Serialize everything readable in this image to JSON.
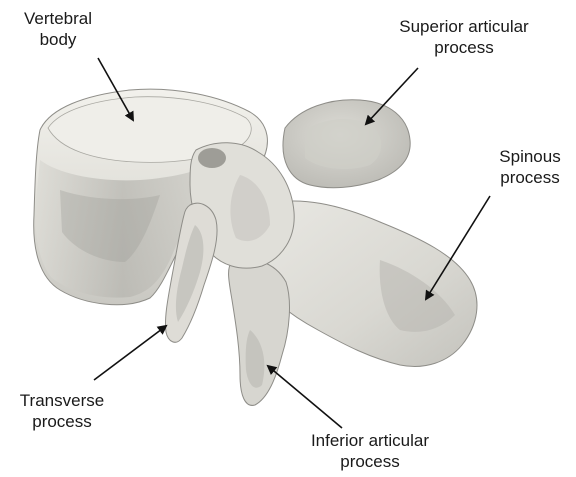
{
  "labels": {
    "vertebral_body": {
      "line1": "Vertebral",
      "line2": "body"
    },
    "superior_articular": {
      "line1": "Superior articular",
      "line2": "process"
    },
    "spinous": {
      "line1": "Spinous",
      "line2": "process"
    },
    "transverse": {
      "line1": "Transverse",
      "line2": "process"
    },
    "inferior_articular": {
      "line1": "Inferior articular",
      "line2": "process"
    }
  },
  "colors": {
    "bone_light": "#ecebe6",
    "bone_mid": "#d6d5cf",
    "bone_shadow": "#a9a8a2",
    "bone_outline": "#8e8d88",
    "arrow": "#111111"
  }
}
